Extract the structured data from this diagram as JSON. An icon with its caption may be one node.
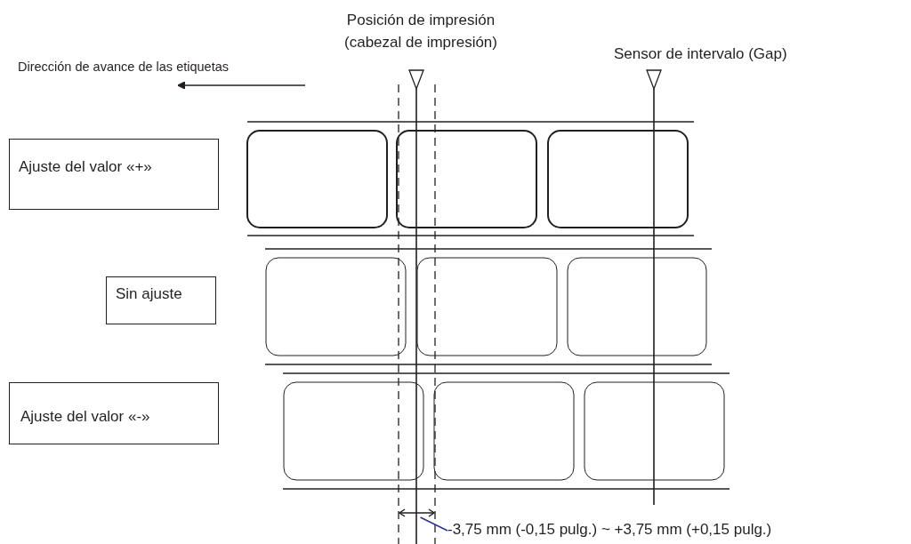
{
  "diagram": {
    "nodes": [
      {
        "text": [
          "Ajuste del valor «+»"
        ]
      },
      {
        "text": [
          "Sin ajuste"
        ]
      },
      {
        "text": [
          "Ajuste del valor «-»"
        ]
      },
      {
        "text": [
          "-3,75 mm (-0,15 pulg.) ~ +3,75 mm (+0,15 pulg.)"
        ]
      },
      {
        "text": [],
        "shape": "arrow"
      }
    ],
    "edges": [
      {
        "from": 3,
        "to": 4,
        "arrow": "none",
        "color": "#2e3192"
      }
    ],
    "labels": [
      "Posición de impresión (cabezal de impresión)",
      "Sensor de intervalo (Gap)",
      "Dirección de avance de las etiquetas"
    ]
  }
}
